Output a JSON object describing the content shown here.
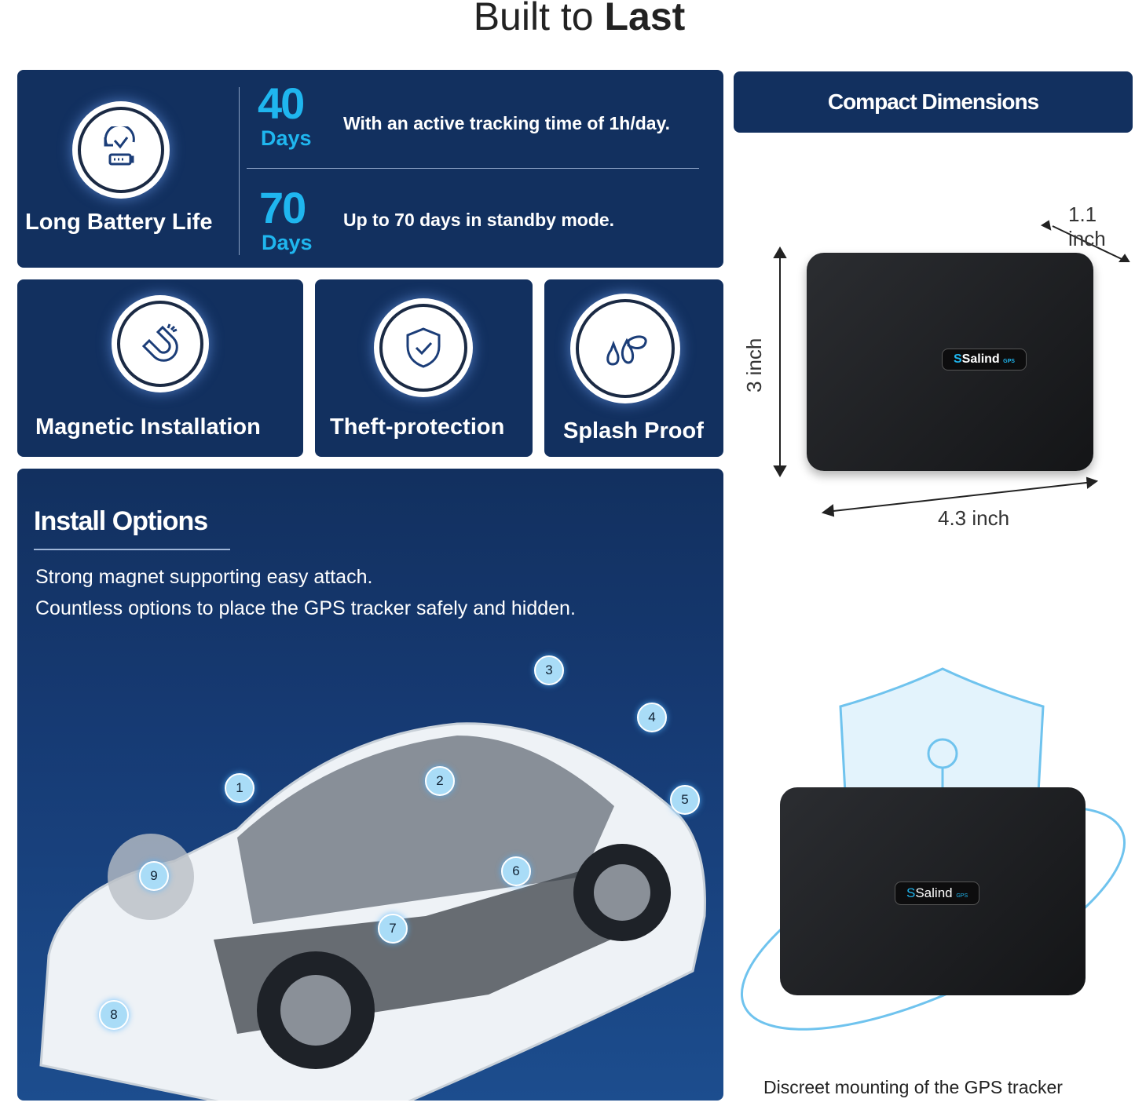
{
  "header": {
    "title_light": "Built to",
    "title_bold": "Last"
  },
  "battery": {
    "label": "Long Battery Life",
    "icon": "clock-battery-icon",
    "rows": [
      {
        "value": "40",
        "unit": "Days",
        "text": "With an active tracking time of  1h/day."
      },
      {
        "value": "70",
        "unit": "Days",
        "text": "Up to 70 days in standby mode."
      }
    ]
  },
  "features": [
    {
      "label": "Magnetic Installation",
      "icon": "magnet-icon"
    },
    {
      "label": "Theft-protection",
      "icon": "shield-check-icon"
    },
    {
      "label": "Splash Proof",
      "icon": "water-drops-icon"
    }
  ],
  "install": {
    "title": "Install Options",
    "lines": [
      "Strong magnet supporting easy attach.",
      "Countless options to place the GPS tracker safely and hidden."
    ],
    "markers": [
      "1",
      "2",
      "3",
      "4",
      "5",
      "6",
      "7",
      "8",
      "9"
    ]
  },
  "dimensions": {
    "title": "Compact Dimensions",
    "depth": "1.1 inch",
    "height": "3 inch",
    "width": "4.3 inch"
  },
  "device": {
    "brand": "Salind",
    "sub": "GPS"
  },
  "mounting": {
    "caption": "Discreet mounting of the GPS tracker"
  },
  "colors": {
    "navy": "#12305f",
    "accent": "#1fb6ef",
    "light_blue": "#6fc3ee"
  }
}
